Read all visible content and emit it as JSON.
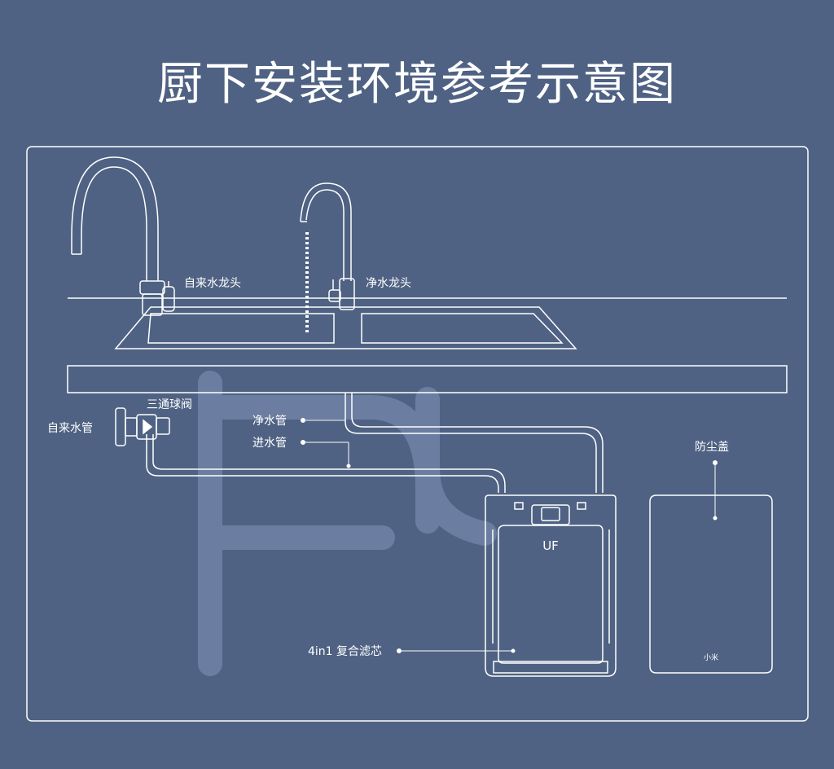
{
  "title": "厨下安装环境参考示意图",
  "labels": {
    "tap_faucet": "自来水龙头",
    "pure_faucet": "净水龙头",
    "three_way_valve": "三通球阀",
    "tap_pipe": "自来水管",
    "pure_pipe": "净水管",
    "inlet_pipe": "进水管",
    "dust_cover": "防尘盖",
    "filter": "4in1 复合滤芯"
  },
  "device": {
    "badge": "UF",
    "cover_logo": "小米"
  },
  "colors": {
    "background": "#4f6283",
    "line": "#ffffff",
    "watermark": "#6b7da0"
  }
}
